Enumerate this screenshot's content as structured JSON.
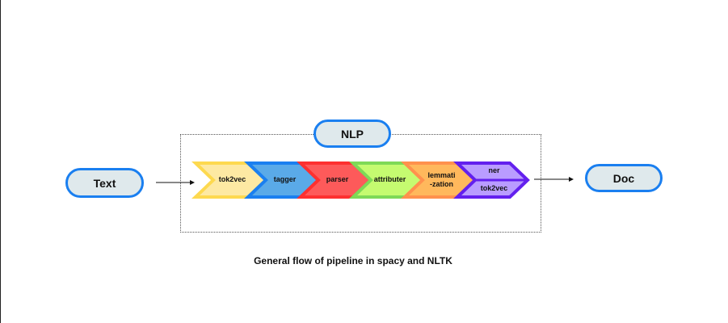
{
  "nodes": {
    "input": "Text",
    "container": "NLP",
    "output": "Doc"
  },
  "pipeline": [
    {
      "label": "tok2vec",
      "fill": "#fde9a3",
      "stroke": "#fdd94f"
    },
    {
      "label": "tagger",
      "fill": "#5aaae8",
      "stroke": "#1a7ff0"
    },
    {
      "label": "parser",
      "fill": "#fd5a5a",
      "stroke": "#fd3030"
    },
    {
      "label": "attributer",
      "fill": "#c5fb70",
      "stroke": "#7ed957"
    },
    {
      "label": "lemmati\n-zation",
      "fill": "#ffb85c",
      "stroke": "#ff914d"
    },
    {
      "label": "ner",
      "label2": "tok2vec",
      "fill": "#b99cff",
      "stroke": "#6320ee"
    }
  ],
  "caption": "General flow of pipeline in spacy and NLTK"
}
